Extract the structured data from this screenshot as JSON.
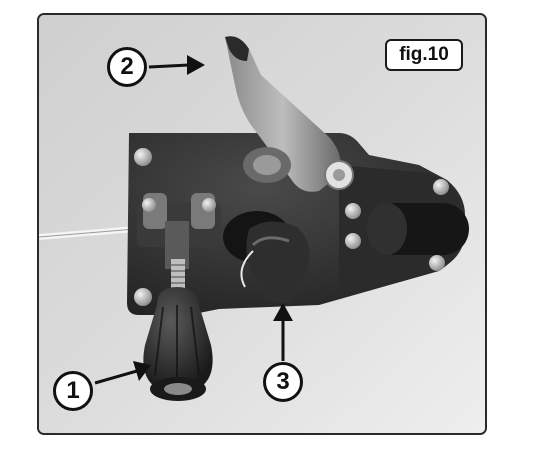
{
  "figure": {
    "label": "fig.10"
  },
  "callouts": [
    {
      "number": "1"
    },
    {
      "number": "2"
    },
    {
      "number": "3"
    }
  ],
  "colors": {
    "background": "#d6d6d6",
    "frame": "#2a2a2a",
    "mechanism": "#2f2f2f",
    "callout_fill": "#ffffff"
  },
  "icons": [
    "wire-feeder-photo",
    "arrow-icon"
  ]
}
